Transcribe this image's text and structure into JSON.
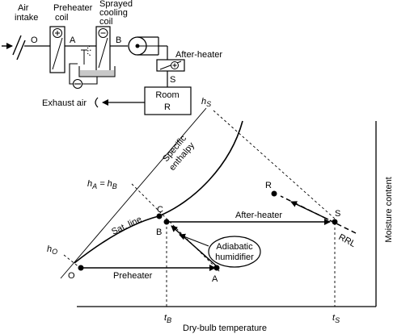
{
  "schematic": {
    "air_intake": [
      "Air",
      "intake"
    ],
    "preheater_coil": [
      "Preheater",
      "coil"
    ],
    "sprayed_cooling_coil": [
      "Sprayed",
      "cooling",
      "coil"
    ],
    "after_heater": "After-heater",
    "room": [
      "Room",
      "R"
    ],
    "exhaust_air": "Exhaust air",
    "state_o": "O",
    "state_a": "A",
    "state_b": "B",
    "state_s": "S",
    "plus_sign": "⊕",
    "minus_sign": "⊖"
  },
  "chart": {
    "x_axis_label": "Dry-bulb temperature",
    "y_axis_label": "Moisture content",
    "enthalpy_label": [
      "Specific",
      "enthalpy"
    ],
    "h_s": "h",
    "h_s_sub": "S",
    "h_a_hb": "h",
    "h_a_sub": "A",
    "h_eq": " = h",
    "h_b_sub": "B",
    "h_o": "h",
    "h_o_sub": "O",
    "sat_line": "Sat. line",
    "rrl": "RRL",
    "after_heater_process": "After-heater",
    "preheater_process": "Preheater",
    "adiabatic_humidifier": [
      "Adiabatic",
      "humidifier"
    ],
    "t_b": "t",
    "t_b_sub": "B",
    "t_s": "t",
    "t_s_sub": "S",
    "points": {
      "O": "O",
      "A": "A",
      "B": "B",
      "C": "C",
      "S": "S",
      "R": "R"
    }
  }
}
